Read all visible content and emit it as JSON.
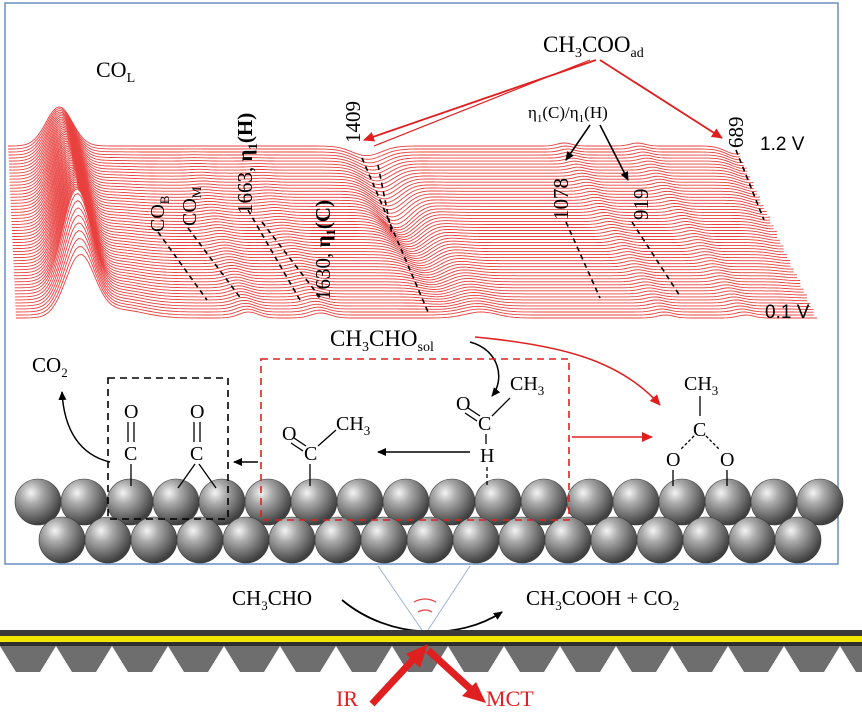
{
  "spectra": {
    "labels": {
      "co_l": "CO",
      "co_l_sub": "L",
      "co_b": "CO",
      "co_b_sub": "B",
      "co_m": "CO",
      "co_m_sub": "M",
      "band_1663": "1663, ",
      "eta_h": "η",
      "eta_h_sub": "1",
      "eta_h_tail": "(H)",
      "band_1630": "1630, ",
      "eta_c": "η",
      "eta_c_sub": "1",
      "eta_c_tail": "(C)",
      "band_1409": "1409",
      "band_1078": "1078",
      "band_919": "919",
      "band_689": "689",
      "acetate": "CH",
      "acetate_sub3": "3",
      "acetate_tail": "COO",
      "acetate_sub_ad": "ad",
      "eta_ratio": "η",
      "eta_ratio_sub1": "1",
      "eta_ratio_mid": "(C)/η",
      "eta_ratio_sub2": "1",
      "eta_ratio_tail": "(H)",
      "potential_high": "1.2 V",
      "potential_low": "0.1 V"
    }
  },
  "scheme": {
    "acetaldehyde_sol": "CH",
    "acetaldehyde_sol_sub3": "3",
    "acetaldehyde_sol_tail": "CHO",
    "acetaldehyde_sol_sub": "sol",
    "co2": "CO",
    "co2_sub": "2",
    "o1": "O",
    "c1": "C",
    "o2": "O",
    "c2": "C",
    "o3": "O",
    "c3": "C",
    "ch3_3": "CH",
    "ch3_3_sub": "3",
    "o4": "O",
    "c4": "C",
    "h4": "H",
    "ch3_4": "CH",
    "ch3_4_sub": "3",
    "ch3_5": "CH",
    "ch3_5_sub": "3",
    "c5": "C",
    "o5a": "O",
    "o5b": "O"
  },
  "cell": {
    "reactant": "CH",
    "reactant_sub3": "3",
    "reactant_tail": "CHO",
    "product1": "CH",
    "product1_sub3": "3",
    "product1_tail": "COOH  +  CO",
    "product1_sub2": "2",
    "ir": "IR",
    "mct": "MCT"
  },
  "colors": {
    "spectra_red": "#e8413f",
    "arrow_red": "#e02020",
    "frame_blue": "#6a8fc4",
    "gold": "#f2e600",
    "substrate": "#6e6e6e"
  }
}
